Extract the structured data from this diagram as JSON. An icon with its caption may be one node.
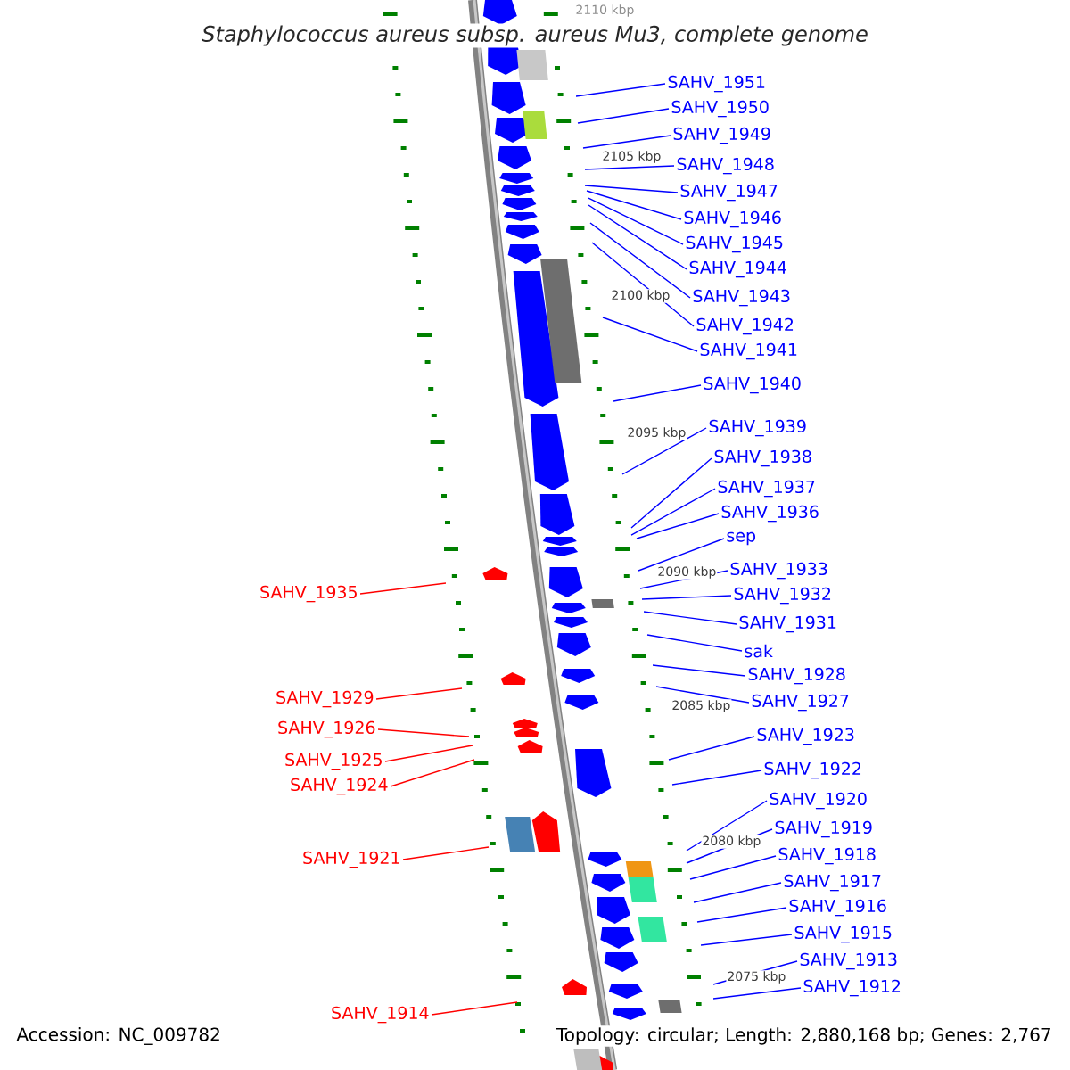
{
  "diagram": {
    "title": "Staphylococcus aureus subsp. aureus Mu3, complete genome",
    "nodes": [
      {
        "text": [
          "SAHV_1951"
        ]
      },
      {
        "text": [
          "SAHV_1950"
        ]
      },
      {
        "text": [
          "SAHV_1949"
        ]
      },
      {
        "text": [
          "SAHV_1948"
        ]
      },
      {
        "text": [
          "SAHV_1947"
        ]
      },
      {
        "text": [
          "SAHV_1946"
        ]
      },
      {
        "text": [
          "SAHV_1945"
        ]
      },
      {
        "text": [
          "SAHV_1944"
        ]
      },
      {
        "text": [
          "SAHV_1943"
        ]
      },
      {
        "text": [
          "SAHV_1942"
        ]
      },
      {
        "text": [
          "SAHV_1941"
        ]
      },
      {
        "text": [
          "SAHV_1940"
        ]
      },
      {
        "text": [
          "SAHV_1939"
        ]
      },
      {
        "text": [
          "SAHV_1938"
        ]
      },
      {
        "text": [
          "SAHV_1937"
        ]
      },
      {
        "text": [
          "SAHV_1936"
        ]
      },
      {
        "text": [
          "sep"
        ]
      },
      {
        "text": [
          "SAHV_1933"
        ]
      },
      {
        "text": [
          "SAHV_1932"
        ]
      },
      {
        "text": [
          "SAHV_1931"
        ]
      },
      {
        "text": [
          "sak"
        ]
      },
      {
        "text": [
          "SAHV_1928"
        ]
      },
      {
        "text": [
          "SAHV_1927"
        ]
      },
      {
        "text": [
          "SAHV_1923"
        ]
      },
      {
        "text": [
          "SAHV_1922"
        ]
      },
      {
        "text": [
          "SAHV_1920"
        ]
      },
      {
        "text": [
          "SAHV_1919"
        ]
      },
      {
        "text": [
          "SAHV_1918"
        ]
      },
      {
        "text": [
          "SAHV_1917"
        ]
      },
      {
        "text": [
          "SAHV_1916"
        ]
      },
      {
        "text": [
          "SAHV_1915"
        ]
      },
      {
        "text": [
          "SAHV_1913"
        ]
      },
      {
        "text": [
          "SAHV_1912"
        ]
      },
      {
        "text": [
          "SAHV_1935"
        ]
      },
      {
        "text": [
          "SAHV_1929"
        ]
      },
      {
        "text": [
          "SAHV_1926"
        ]
      },
      {
        "text": [
          "SAHV_1925"
        ]
      },
      {
        "text": [
          "SAHV_1924"
        ]
      },
      {
        "text": [
          "SAHV_1921"
        ]
      },
      {
        "text": [
          "SAHV_1914"
        ]
      }
    ],
    "edges": [
      {
        "from": 0,
        "to": null,
        "arrow": "none"
      },
      {
        "from": 1,
        "to": null,
        "arrow": "none"
      },
      {
        "from": 2,
        "to": null,
        "arrow": "none"
      },
      {
        "from": 3,
        "to": null,
        "arrow": "none"
      },
      {
        "from": 4,
        "to": null,
        "arrow": "none"
      },
      {
        "from": 5,
        "to": null,
        "arrow": "none"
      },
      {
        "from": 6,
        "to": null,
        "arrow": "none"
      },
      {
        "from": 7,
        "to": null,
        "arrow": "none"
      },
      {
        "from": 8,
        "to": null,
        "arrow": "none"
      },
      {
        "from": 9,
        "to": null,
        "arrow": "none"
      },
      {
        "from": 10,
        "to": null,
        "arrow": "none"
      },
      {
        "from": 11,
        "to": null,
        "arrow": "none"
      },
      {
        "from": 12,
        "to": null,
        "arrow": "none"
      },
      {
        "from": 13,
        "to": null,
        "arrow": "none"
      },
      {
        "from": 14,
        "to": null,
        "arrow": "none"
      },
      {
        "from": 15,
        "to": null,
        "arrow": "none"
      },
      {
        "from": 16,
        "to": null,
        "arrow": "none"
      },
      {
        "from": 17,
        "to": null,
        "arrow": "none"
      },
      {
        "from": 18,
        "to": null,
        "arrow": "none"
      },
      {
        "from": 19,
        "to": null,
        "arrow": "none"
      },
      {
        "from": 20,
        "to": null,
        "arrow": "none"
      },
      {
        "from": 21,
        "to": null,
        "arrow": "none"
      },
      {
        "from": 22,
        "to": null,
        "arrow": "none"
      },
      {
        "from": 23,
        "to": null,
        "arrow": "none"
      },
      {
        "from": 24,
        "to": null,
        "arrow": "none"
      },
      {
        "from": 25,
        "to": null,
        "arrow": "none"
      },
      {
        "from": 26,
        "to": null,
        "arrow": "none"
      },
      {
        "from": 27,
        "to": null,
        "arrow": "none"
      },
      {
        "from": 28,
        "to": null,
        "arrow": "none"
      },
      {
        "from": 29,
        "to": null,
        "arrow": "none"
      },
      {
        "from": 30,
        "to": null,
        "arrow": "none"
      },
      {
        "from": 31,
        "to": null,
        "arrow": "none"
      },
      {
        "from": 32,
        "to": null,
        "arrow": "none"
      },
      {
        "from": 33,
        "to": null,
        "arrow": "none",
        "color": "#ff0000"
      },
      {
        "from": 34,
        "to": null,
        "arrow": "none",
        "color": "#ff0000"
      },
      {
        "from": 35,
        "to": null,
        "arrow": "none",
        "color": "#ff0000"
      },
      {
        "from": 36,
        "to": null,
        "arrow": "none",
        "color": "#ff0000"
      },
      {
        "from": 37,
        "to": null,
        "arrow": "none",
        "color": "#ff0000"
      },
      {
        "from": 38,
        "to": null,
        "arrow": "none",
        "color": "#ff0000"
      },
      {
        "from": 39,
        "to": null,
        "arrow": "none",
        "color": "#ff0000"
      }
    ],
    "labels": [
      "2110 kbp",
      "2105 kbp",
      "2100 kbp",
      "2095 kbp",
      "2090 kbp",
      "2085 kbp",
      "2080 kbp",
      "2075 kbp",
      "Accession: NC_009782",
      "Topology: circular; Length: 2,880,168 bp; Genes: 2,767"
    ]
  }
}
